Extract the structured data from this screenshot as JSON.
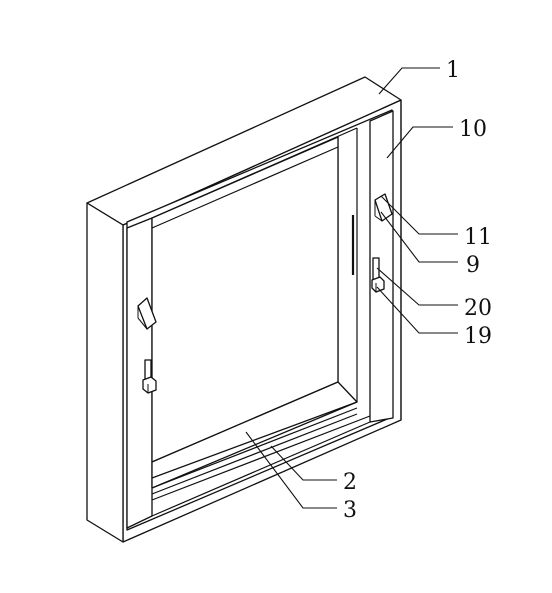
{
  "labels": {
    "l1": "1",
    "l10": "10",
    "l11": "11",
    "l9": "9",
    "l20": "20",
    "l19": "19",
    "l2": "2",
    "l3": "3"
  },
  "colors": {
    "stroke": "#111111",
    "background": "#ffffff"
  }
}
